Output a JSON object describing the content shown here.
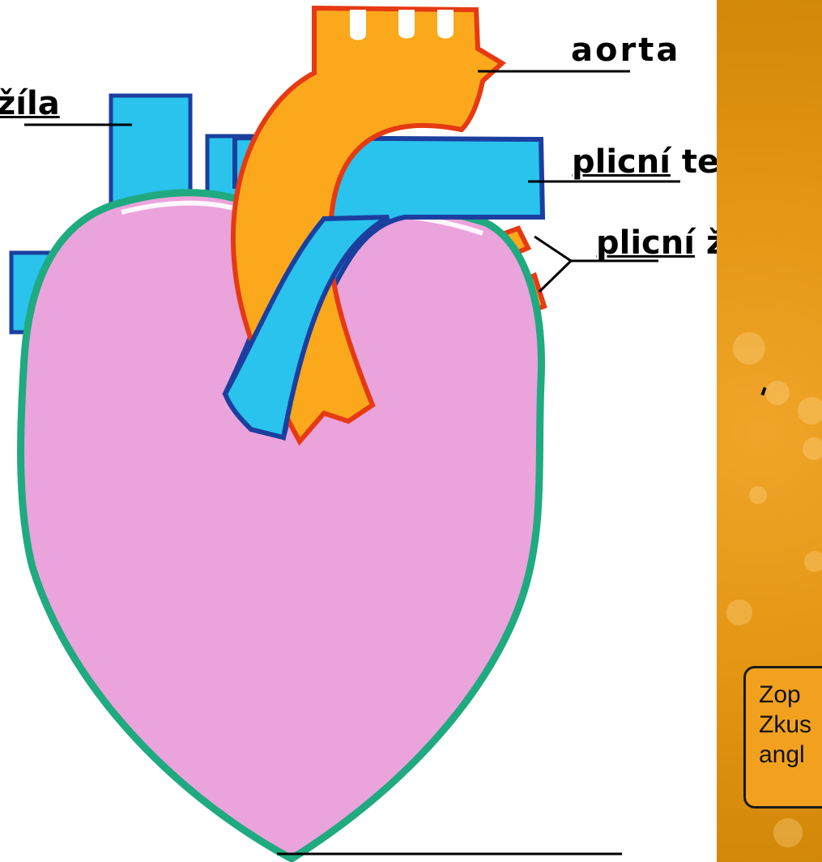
{
  "labels": {
    "zila": "žíla",
    "aorta": "aorta",
    "plicni_tepna_1": "plicní",
    "plicni_tepna_2": "tepna",
    "plicni_zily_1": "plicní",
    "plicni_zily_2": "žíly"
  },
  "note": {
    "line1": "Zop",
    "line2": "Zkus",
    "line3": "angl"
  },
  "colors": {
    "heart": "#eba3dc",
    "pericardium": "#1faa80",
    "vein_blue": "#29c3ee",
    "vein_outline": "#1b3f9e",
    "artery_orange": "#fba81c",
    "artery_outline": "#e53a12",
    "panel_orange": "#e39612"
  }
}
